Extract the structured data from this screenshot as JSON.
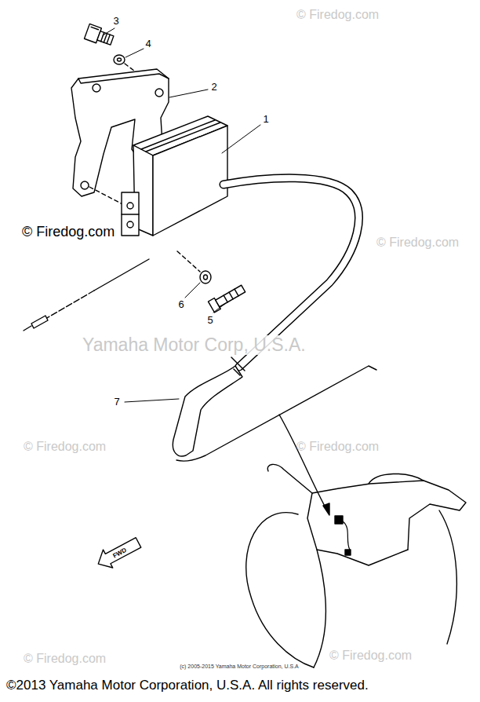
{
  "diagram": {
    "labels": [
      "© Firedog.com",
      "3",
      "4",
      "2",
      "1",
      "© Firedog.com",
      "© Firedog.com",
      "6",
      "5",
      "Yamaha Motor Corp, U.S.A.",
      "7",
      "© Firedog.com",
      "© Firedog.com",
      "FWD",
      "© Firedog.com",
      "© Firedog.com",
      "(c) 2005-2015 Yamaha Motor Corporation, U.S.A",
      "©2013 Yamaha Motor Corporation, U.S.A. All rights reserved."
    ]
  }
}
